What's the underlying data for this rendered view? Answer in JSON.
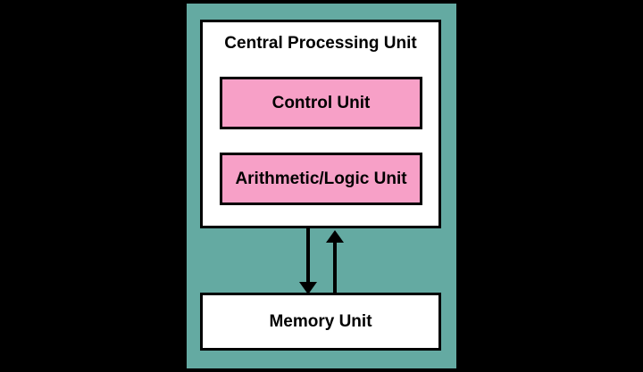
{
  "diagram": {
    "cpu": {
      "title": "Central Processing Unit",
      "units": [
        {
          "id": "control-unit",
          "label": "Control Unit"
        },
        {
          "id": "arithmetic-logic-unit",
          "label": "Arithmetic/Logic Unit"
        }
      ]
    },
    "memory": {
      "label": "Memory Unit"
    },
    "arrows": [
      {
        "id": "cpu-to-memory",
        "direction": "down"
      },
      {
        "id": "memory-to-cpu",
        "direction": "up"
      }
    ],
    "colors": {
      "canvas": "#000000",
      "panel": "#64AAA2",
      "panel_border": "#000000",
      "box_fill": "#FFFFFF",
      "unit_fill": "#F7A0C7",
      "text": "#000000"
    }
  }
}
